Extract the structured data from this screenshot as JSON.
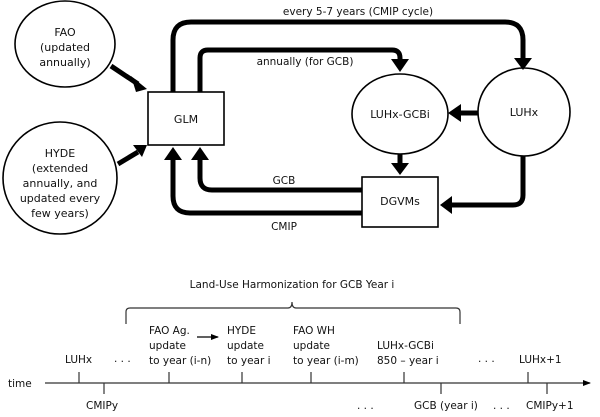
{
  "flowchart": {
    "nodes": {
      "fao": {
        "lines": [
          "FAO",
          "(updated",
          "annually)"
        ]
      },
      "hyde": {
        "lines": [
          "HYDE",
          "(extended",
          "annually, and",
          "updated every",
          "few years)"
        ]
      },
      "glm": {
        "label": "GLM"
      },
      "luhx_gcbi": {
        "label": "LUHx-GCBi"
      },
      "luhx": {
        "label": "LUHx"
      },
      "dgvms": {
        "label": "DGVMs"
      }
    },
    "edges": {
      "cmip_cycle": "every 5-7 years (CMIP cycle)",
      "annual_gcb": "annually (for GCB)",
      "gcb": "GCB",
      "cmip": "CMIP"
    }
  },
  "timeline": {
    "axis_label": "time",
    "bracket_label": "Land-Use Harmonization for GCB Year i",
    "above": [
      {
        "lines": [
          "LUHx"
        ]
      },
      {
        "lines": [
          "FAO Ag.",
          "update",
          "to year (i-n)"
        ]
      },
      {
        "lines": [
          "HYDE",
          "update",
          "to year i"
        ]
      },
      {
        "lines": [
          "FAO WH",
          "update",
          "to year (i-m)"
        ]
      },
      {
        "lines": [
          "LUHx-GCBi",
          "850 – year i"
        ]
      },
      {
        "lines": [
          "LUHx+1"
        ]
      }
    ],
    "below": [
      {
        "lines": [
          "CMIPy"
        ]
      },
      {
        "lines": [
          "GCB (year i)"
        ]
      },
      {
        "lines": [
          "CMIPy+1"
        ]
      }
    ],
    "ellipsis": ". . ."
  }
}
